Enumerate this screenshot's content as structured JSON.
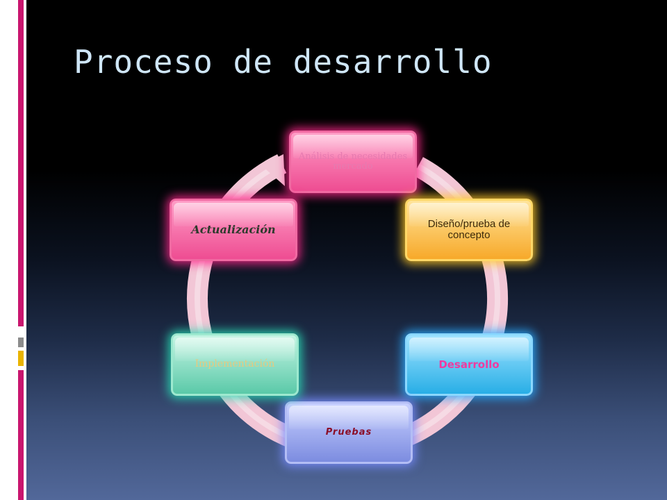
{
  "slide": {
    "title": "Proceso de desarrollo"
  },
  "cycle": {
    "steps": [
      {
        "label": "Análisis de necesidades mercado"
      },
      {
        "label": "Diseño/prueba de concepto"
      },
      {
        "label": "Desarrollo"
      },
      {
        "label": "Pruebas"
      },
      {
        "label": "Implementación"
      },
      {
        "label": "Actualización"
      }
    ]
  },
  "colors": {
    "background_top": "#000000",
    "background_bottom": "#52689a",
    "title_text": "#cfe6f7",
    "cycle_arrow": "#f2c6d6",
    "margin_stripe_magenta": "#c9166e",
    "margin_stripe_gray": "#8c8c8c",
    "margin_stripe_gold": "#e9b400"
  }
}
